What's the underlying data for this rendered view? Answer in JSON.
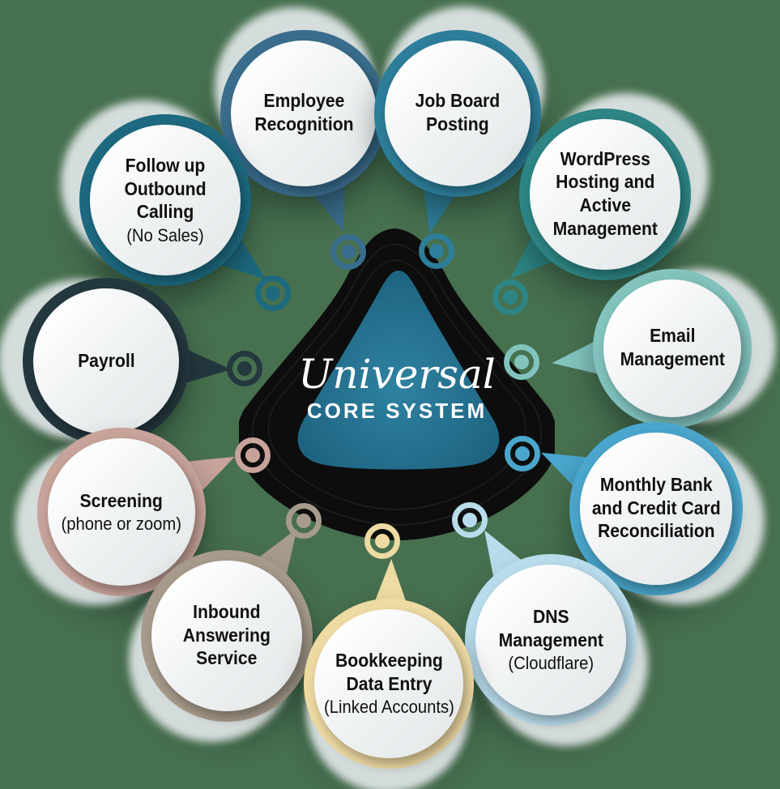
{
  "colors": {
    "bg": "#47704f",
    "blob": "#0d0d0d",
    "tri-light": "#2e82a0",
    "tri-dark": "#1b5e7c",
    "text": "#111111",
    "face-light": "#ffffff",
    "face-dark": "#e3e7e8"
  },
  "center": {
    "title": "Universal",
    "subtitle": "CORE SYSTEM"
  },
  "bubbles": [
    {
      "id": "follow-up-outbound-calling",
      "title": "Follow up\nOutbound Calling",
      "subtitle": "(No Sales)",
      "color": "#1d6a80"
    },
    {
      "id": "employee-recognition",
      "title": "Employee\nRecognition",
      "subtitle": "",
      "color": "#3a6d8d"
    },
    {
      "id": "job-board-posting",
      "title": "Job Board\nPosting",
      "subtitle": "",
      "color": "#2d7e9a"
    },
    {
      "id": "wordpress-hosting-active-management",
      "title": "WordPress\nHosting and\nActive\nManagement",
      "subtitle": "",
      "color": "#2e8585"
    },
    {
      "id": "email-management",
      "title": "Email\nManagement",
      "subtitle": "",
      "color": "#82c3be"
    },
    {
      "id": "monthly-bank-credit-card-reconciliation",
      "title": "Monthly Bank\nand Credit Card\nReconciliation",
      "subtitle": "",
      "color": "#4aa6cc"
    },
    {
      "id": "dns-management",
      "title": "DNS\nManagement",
      "subtitle": "(Cloudflare)",
      "color": "#b9dcec"
    },
    {
      "id": "bookkeeping-data-entry",
      "title": "Bookkeeping\nData Entry",
      "subtitle": "(Linked Accounts)",
      "color": "#eedaa3"
    },
    {
      "id": "inbound-answering-service",
      "title": "Inbound\nAnswering\nService",
      "subtitle": "",
      "color": "#a79b8b"
    },
    {
      "id": "screening",
      "title": "Screening",
      "subtitle": "(phone or zoom)",
      "color": "#c7a39a"
    },
    {
      "id": "payroll",
      "title": "Payroll",
      "subtitle": "",
      "color": "#24383f"
    }
  ]
}
